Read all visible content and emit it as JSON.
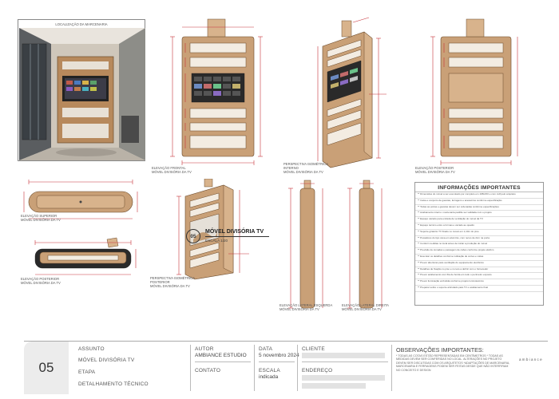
{
  "location_title": "Localização da Marcenaria",
  "captions": {
    "front": [
      "Elevação frontal",
      "Móvel divisória da TV"
    ],
    "iso_front": [
      "Perspectiva isométrica",
      "Interno",
      "Móvel divisória da TV"
    ],
    "rear_view": [
      "Elevação posterior",
      "Móvel divisória da TV"
    ],
    "top": [
      "Elevação superior",
      "Móvel divisória da TV"
    ],
    "rear_lower": [
      "Elevação posterior",
      "Móvel divisória da TV"
    ],
    "iso_rear": [
      "Perspectiva isométrica",
      "Posterior",
      "Móvel divisória da TV"
    ],
    "lateral_left": [
      "Elevação lateral esquerda",
      "Móvel divisória da TV"
    ],
    "lateral_right": [
      "Elevação lateral direita",
      "Móvel divisória da TV"
    ]
  },
  "info_panel": {
    "title": "INFORMAÇÕES IMPORTANTES",
    "lines": [
      "** Dimensões do móvel a ser executado por completo em 198x150 e com mdf pelo arquiteto",
      "** Caixa e conjunto de gavetas, ferragens e acessórios conforme especificação",
      "** Todas as portas e gavetas devem ser ordenadas conforme especificações",
      "** Acabamento interno: marcenaria padrão ser validada com o projeto",
      "** Espaço vazado para entrada de ventilação do móvel da TV",
      "** Espaço técnico entre a formas e vazado ao quadro",
      "** Suporte giratório TV fixado no móvel em 1,10m do piso",
      "** Puxadores do tipo cava em alumínio, com recuo de 2cm na porta",
      "** Conferir medidas no local antes de iniciar a produção do móvel",
      "** Previsão de tomadas e passagem de cabos conforme projeto elétrico",
      "** Executar os detalhes conforme indicação de cortes e vistas",
      "** Prever aberturas para ventilação do equipamento eletrônico",
      "** Detalhes de fixação no piso e no teto a definir com o fornecedor",
      "** Prever acabamento com fita de borda em todo o perímetro exposto",
      "** Prever iluminação embutida conforme projeto luminotécnico",
      "** Preparar sobre o suporte articulado para TV e acabamento final"
    ]
  },
  "section": {
    "number": "05",
    "title": "MÓVEL DIVISÓRIA TV",
    "scale": "ESCALA 1/20"
  },
  "title_block": {
    "sheet_number": "05",
    "assunto_label": "Assunto",
    "assunto_value": "Móvel divisória TV",
    "etapa_label": "Etapa",
    "etapa_value": "Detalhamento técnico",
    "autor_label": "Autor",
    "autor_value": "AMBIANCE ESTUDIO",
    "contato_label": "Contato",
    "data_label": "Data",
    "data_value": "5 novembro 2024",
    "escala_label": "Escala",
    "escala_value": "indicada",
    "cliente_label": "Cliente",
    "endereco_label": "Endereço",
    "obs_title": "Observações importantes:",
    "obs_text": "* Todas as cotas estão representadas em centímetros * Todas as medidas devem ser conferidas no local. Alterações no projeto devem ser discutidas com os arquitetos *Adaptações de marcenaria, marcenaria e ferragens podem ser feitas desde que não interfiram no conceito e design",
    "brand": "ambiance"
  },
  "colors": {
    "wood": "#c9a077",
    "wood_dark": "#6b4a2b",
    "dimension": "#c8323a"
  }
}
